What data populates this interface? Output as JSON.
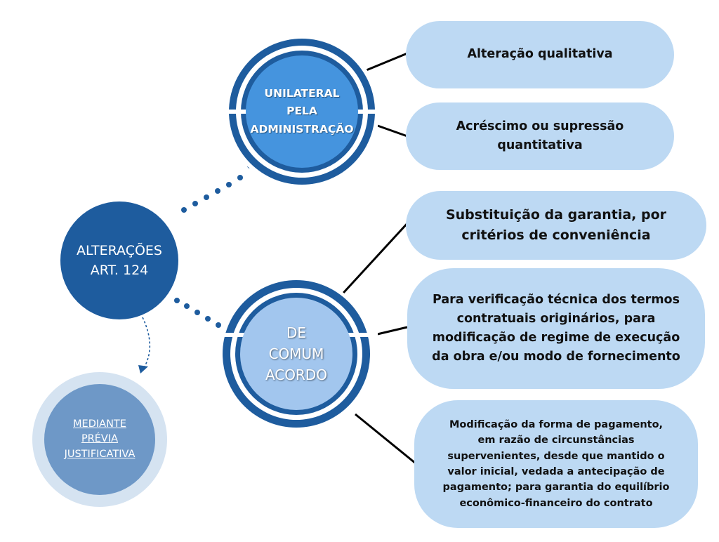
{
  "colors": {
    "root": "#1E5C9E",
    "unilateral_ring": "#1E5C9E",
    "unilateral_fill": "#4594DE",
    "comum_ring": "#1E5C9E",
    "comum_fill": "#A2C6EE",
    "mediante_outer": "#D5E3F1",
    "mediante_inner": "#6E98C7",
    "box_fill": "#BDD9F3",
    "connector_dots": "#1E5C9E",
    "connector_lines": "#000000"
  },
  "root": {
    "lines": [
      "ALTERAÇÕES",
      "ART. 124"
    ]
  },
  "unilateral": {
    "lines": [
      "UNILATERAL",
      "PELA",
      "ADMINISTRAÇÃO"
    ]
  },
  "comum_acordo": {
    "lines": [
      "DE",
      "COMUM",
      "ACORDO"
    ]
  },
  "mediante": {
    "lines": [
      "MEDIANTE",
      "PRÉVIA",
      "JUSTIFICATIVA"
    ]
  },
  "boxes": [
    {
      "lines": [
        "Alteração qualitativa"
      ]
    },
    {
      "lines": [
        "Acréscimo ou supressão",
        "quantitativa"
      ]
    },
    {
      "lines": [
        "Substituição da garantia, por",
        "critérios de conveniência"
      ]
    },
    {
      "lines": [
        "Para verificação técnica dos termos",
        "contratuais originários, para",
        "modificação de regime de execução",
        "da obra e/ou modo de fornecimento"
      ]
    },
    {
      "lines": [
        "Modificação da forma de pagamento,",
        "em razão de circunstâncias",
        "supervenientes, desde que mantido o",
        "valor inicial, vedada a antecipação de",
        "pagamento; para garantia do equilíbrio",
        "econômico-financeiro do contrato"
      ]
    }
  ]
}
